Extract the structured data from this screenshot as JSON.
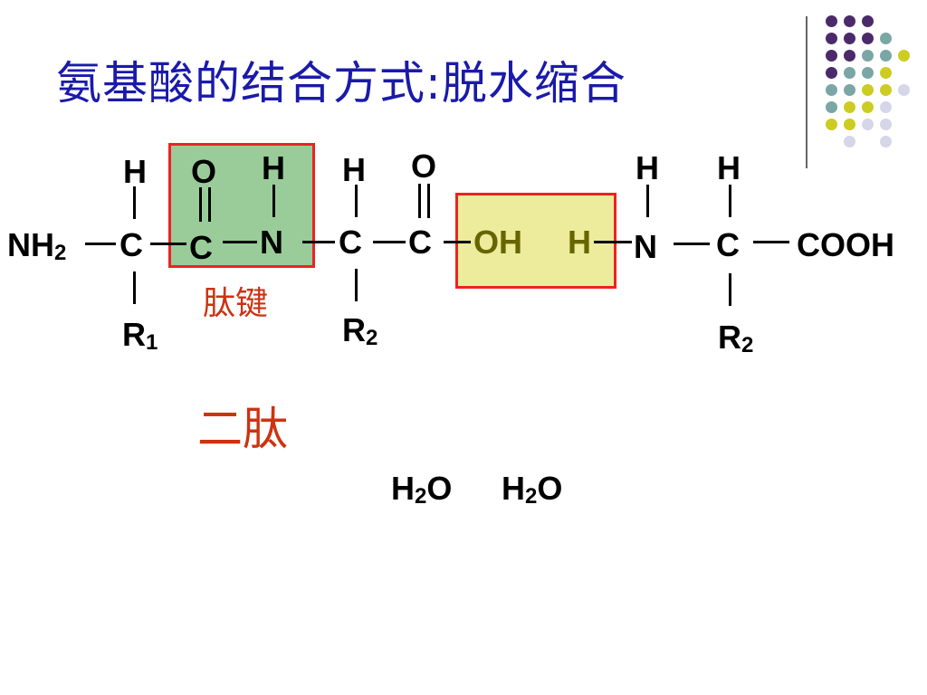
{
  "slide": {
    "title": "氨基酸的结合方式:脱水缩合",
    "peptide_bond_label": "肽键",
    "dipeptide_label": "二肽"
  },
  "formula": {
    "nh2": "NH",
    "nh2_sub": "2",
    "c": "C",
    "o": "O",
    "n": "N",
    "h": "H",
    "oh": "OH",
    "cooh": "COOH",
    "r": "R",
    "r1_sub": "1",
    "r2_sub": "2"
  },
  "water": [
    {
      "h": "H",
      "sub": "2",
      "o": "O"
    },
    {
      "h": "H",
      "sub": "2",
      "o": "O"
    }
  ],
  "colors": {
    "title": "#1a1aaa",
    "label": "#cc3311",
    "box_border": "#ee2222",
    "peptide_fill": "#99cc99",
    "water_fill": "#ecec9c",
    "dot_purple": "#4b2a6b",
    "dot_teal": "#7aa6a6",
    "dot_yellow": "#cccc22",
    "dot_lavender": "#d6d6e8"
  }
}
